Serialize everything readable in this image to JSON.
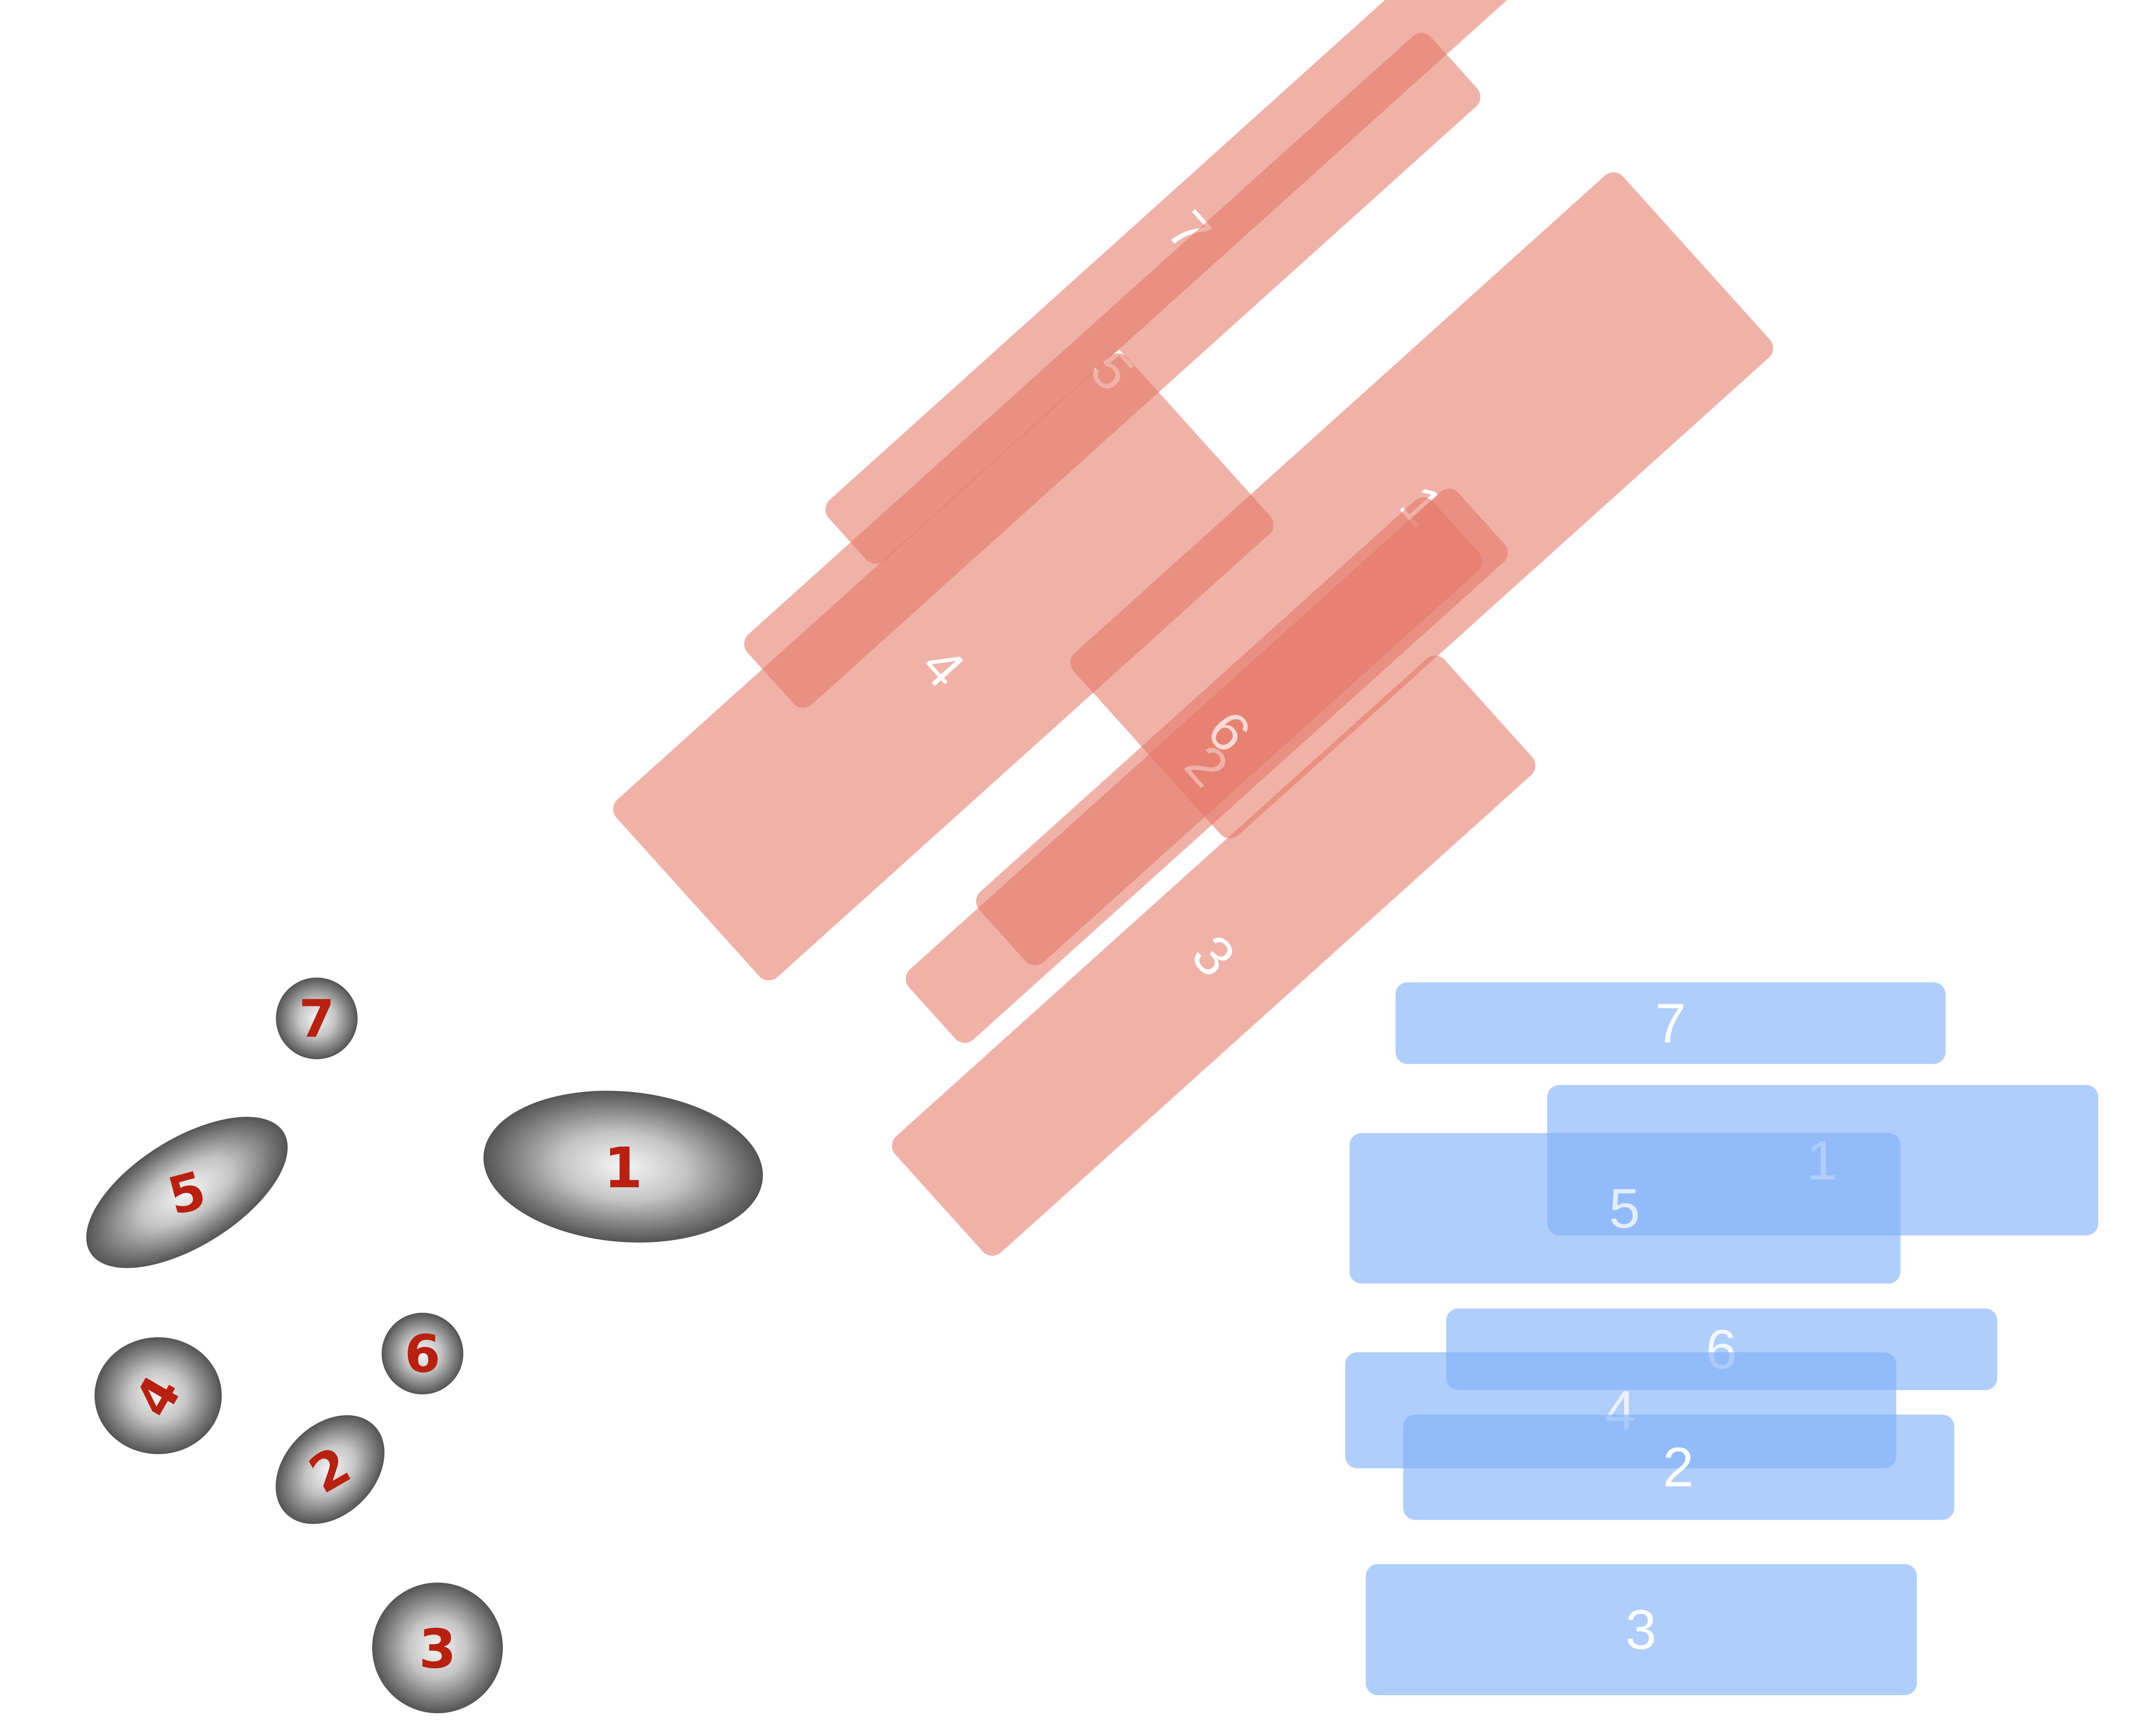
{
  "colors": {
    "background": "#ffffff",
    "blob_label": "#b82010",
    "blob_center": "#f4f4f4",
    "blob_edge": "#585858",
    "red_box_fill": "#e57868",
    "red_box_label": "#ffffff",
    "blue_box_fill": "#80b0f8",
    "blue_box_label": "#ffffff"
  },
  "gray_blobs": [
    {
      "label": "1"
    },
    {
      "label": "2"
    },
    {
      "label": "3"
    },
    {
      "label": "4"
    },
    {
      "label": "5"
    },
    {
      "label": "6"
    },
    {
      "label": "7"
    }
  ],
  "red_boxes": [
    {
      "label": "1"
    },
    {
      "label": "2"
    },
    {
      "label": "3"
    },
    {
      "label": "4"
    },
    {
      "label": "5"
    },
    {
      "label": "6"
    },
    {
      "label": "7"
    }
  ],
  "blue_boxes": [
    {
      "label": "1"
    },
    {
      "label": "2"
    },
    {
      "label": "3"
    },
    {
      "label": "4"
    },
    {
      "label": "5"
    },
    {
      "label": "6"
    },
    {
      "label": "7"
    }
  ]
}
